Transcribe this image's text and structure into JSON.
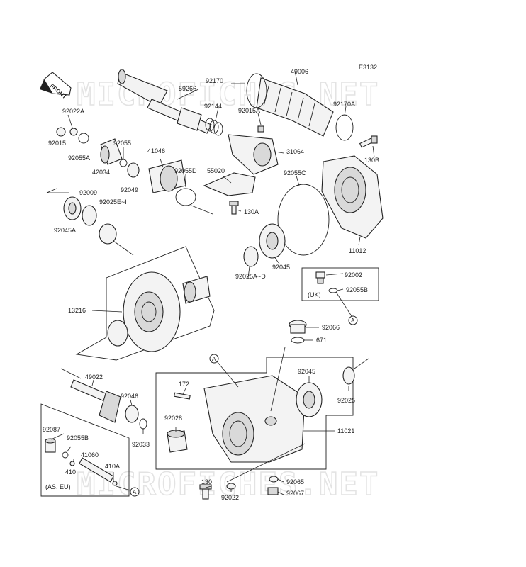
{
  "diagram_code": "E3132",
  "watermark": "MICROFICHES.NET",
  "front_label": "FRONT",
  "notes": {
    "uk": "(UK)",
    "as_eu": "(AS, EU)",
    "ref_a": "A"
  },
  "labels": {
    "p92170": "92170",
    "p49006": "49006",
    "p59266": "59266",
    "p92144": "92144",
    "p92015A": "92015A",
    "p92022A": "92022A",
    "p92170A": "92170A",
    "p92015": "92015",
    "p92055": "92055",
    "p41046": "41046",
    "p31064": "31064",
    "p130B": "130B",
    "p92055A": "92055A",
    "p42034": "42034",
    "p92049": "92049",
    "p92055D": "92055D",
    "p55020": "55020",
    "p92055C": "92055C",
    "p92009": "92009",
    "p92025Ei": "92025E~I",
    "p130A": "130A",
    "p92045A": "92045A",
    "p11012": "11012",
    "p92045top": "92045",
    "p92025AD": "92025A~D",
    "p92002": "92002",
    "p92055B": "92055B",
    "p13216": "13216",
    "p92066": "92066",
    "p671": "671",
    "p49022": "49022",
    "p92045mid": "92045",
    "p172": "172",
    "p92046": "92046",
    "p92025": "92025",
    "p92028": "92028",
    "p92033": "92033",
    "p11021": "11021",
    "p92087": "92087",
    "p92055Blow": "92055B",
    "p41060": "41060",
    "p410": "410",
    "p410A": "410A",
    "p130": "130",
    "p92065": "92065",
    "p92067": "92067",
    "p92022": "92022"
  }
}
